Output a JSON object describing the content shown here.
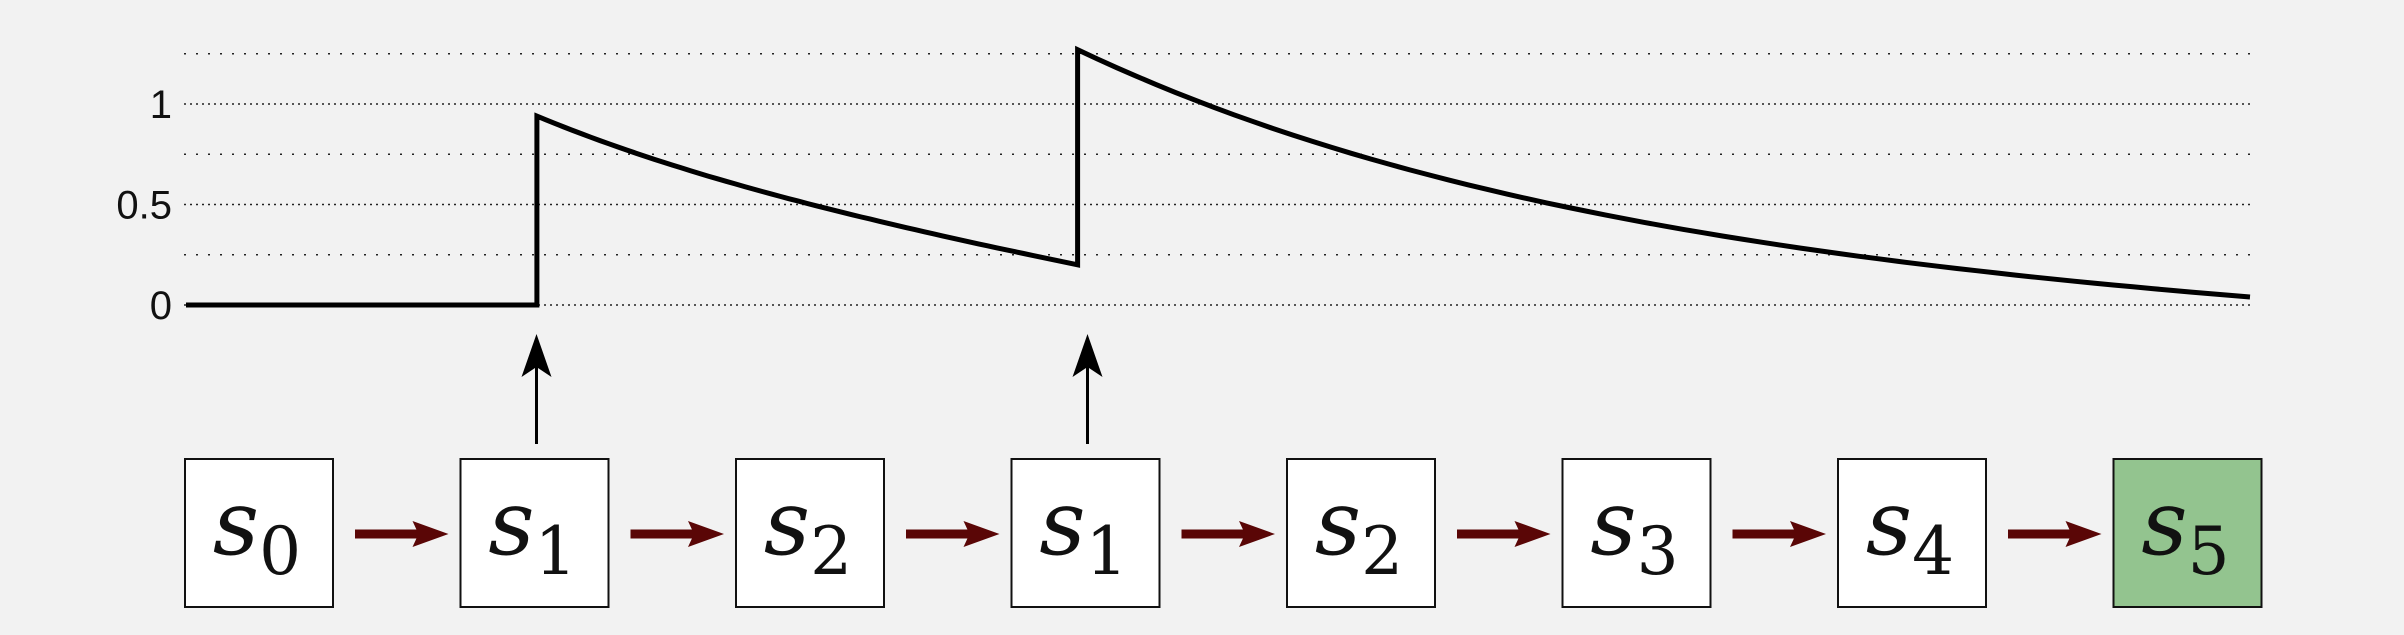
{
  "chart_data": {
    "type": "line",
    "y_tick_labels": [
      "1",
      "0.5",
      "0"
    ],
    "y_ticks": [
      1,
      0.5,
      0
    ],
    "minor_gridlines": [
      1.25,
      0.75,
      0.25
    ],
    "ylim": [
      0,
      1.27
    ],
    "x_range": [
      0,
      1000
    ],
    "grid": true,
    "line_color": "#000000",
    "segments": [
      {
        "from_x": 0,
        "to_x": 170,
        "start_y": 0,
        "end_y": 0
      },
      {
        "from_x": 170,
        "to_x": 432,
        "start_y": 0.94,
        "end_y": 0.2
      },
      {
        "from_x": 432,
        "to_x": 1000,
        "start_y": 1.27,
        "end_y": 0.04
      }
    ]
  },
  "states": [
    {
      "letter": "s",
      "sub": "0",
      "highlight": false,
      "arrow_up": false
    },
    {
      "letter": "s",
      "sub": "1",
      "highlight": false,
      "arrow_up": true
    },
    {
      "letter": "s",
      "sub": "2",
      "highlight": false,
      "arrow_up": false
    },
    {
      "letter": "s",
      "sub": "1",
      "highlight": false,
      "arrow_up": true
    },
    {
      "letter": "s",
      "sub": "2",
      "highlight": false,
      "arrow_up": false
    },
    {
      "letter": "s",
      "sub": "3",
      "highlight": false,
      "arrow_up": false
    },
    {
      "letter": "s",
      "sub": "4",
      "highlight": false,
      "arrow_up": false
    },
    {
      "letter": "s",
      "sub": "5",
      "highlight": true,
      "arrow_up": false
    }
  ],
  "colors": {
    "background": "#f2f2f2",
    "box_fill": "#ffffff",
    "highlight_fill": "#93c48f",
    "transition_arrow": "#5a0606",
    "up_arrow": "#000000",
    "grid": "#222222"
  }
}
